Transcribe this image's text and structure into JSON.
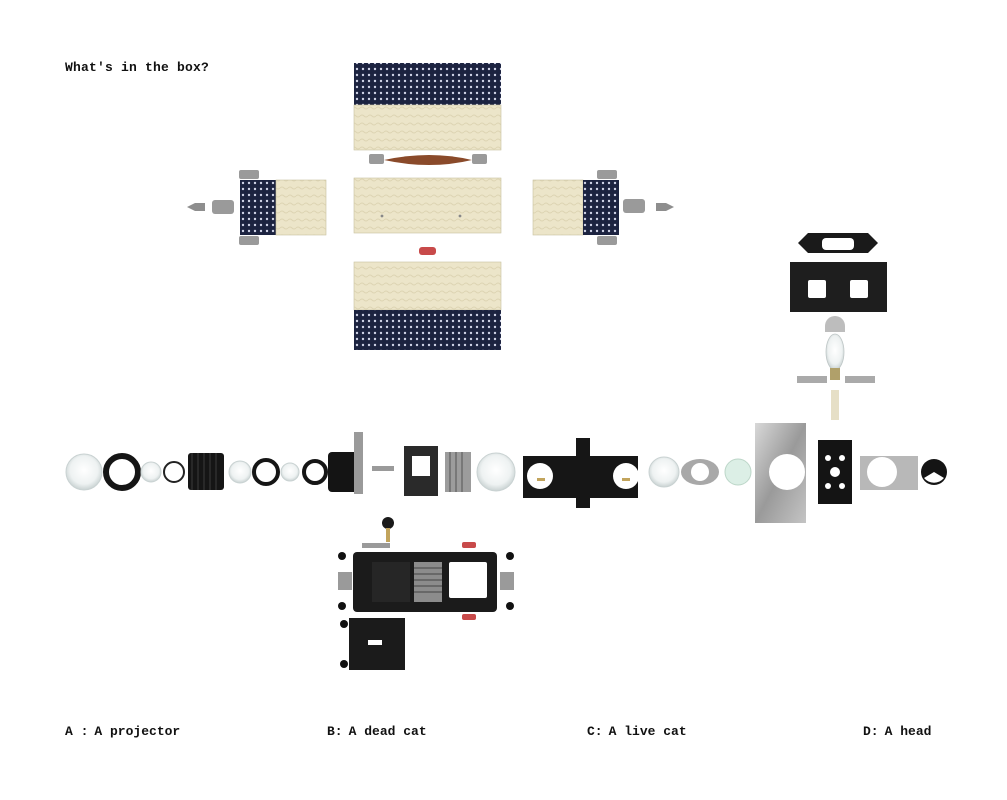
{
  "question": "What's in the box?",
  "options": [
    {
      "letter": "A :",
      "text": "A projector"
    },
    {
      "letter": "B:",
      "text": "A dead cat"
    },
    {
      "letter": "C:",
      "text": "A live cat"
    },
    {
      "letter": "D:",
      "text": "A head"
    }
  ],
  "colors": {
    "canvas": "#ffffff",
    "panel_fabric": "#ece5c9",
    "panel_dots": "#1c2340",
    "handle": "#8a4a2a",
    "metal": "#a8a8a8",
    "black_part": "#1a1a1a",
    "glass": "#e6eeee",
    "text": "#111111"
  }
}
